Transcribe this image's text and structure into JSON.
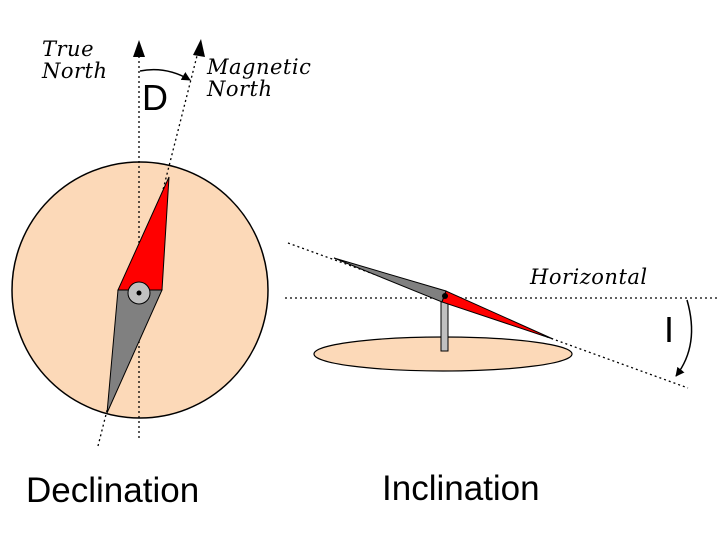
{
  "labels": {
    "true_north_line1": "True",
    "true_north_line2": "North",
    "magnetic_north_line1": "Magnetic",
    "magnetic_north_line2": "North",
    "declination_symbol": "D",
    "horizontal": "Horizontal",
    "inclination_symbol": "I"
  },
  "captions": {
    "declination": "Declination",
    "inclination": "Inclination"
  },
  "colors": {
    "compass_face": "#fcd9b8",
    "needle_north": "#ff0000",
    "needle_south": "#808080",
    "pivot": "#c0c0c0",
    "outline": "#000000"
  }
}
